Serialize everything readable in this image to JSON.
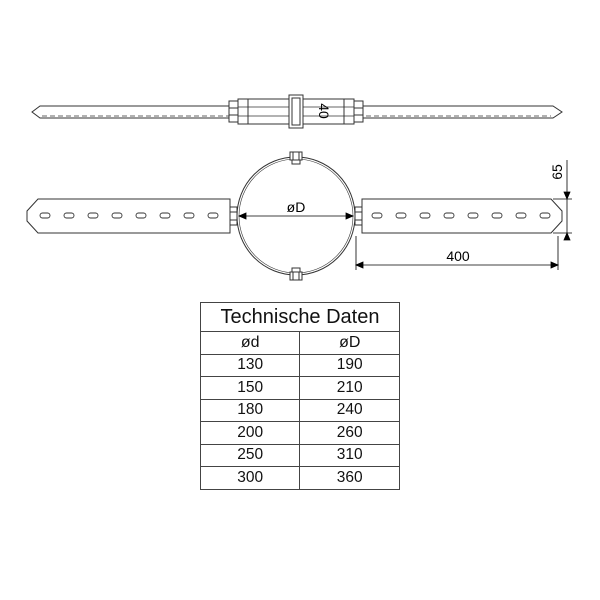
{
  "drawing": {
    "top_view_height_label": "40",
    "front_view": {
      "diameter_label": "øD",
      "arm_height_label": "65",
      "arm_length_label": "400"
    }
  },
  "table": {
    "title": "Technische Daten",
    "headers": [
      "ød",
      "øD"
    ],
    "rows": [
      [
        "130",
        "190"
      ],
      [
        "150",
        "210"
      ],
      [
        "180",
        "240"
      ],
      [
        "200",
        "260"
      ],
      [
        "250",
        "310"
      ],
      [
        "300",
        "360"
      ]
    ]
  }
}
